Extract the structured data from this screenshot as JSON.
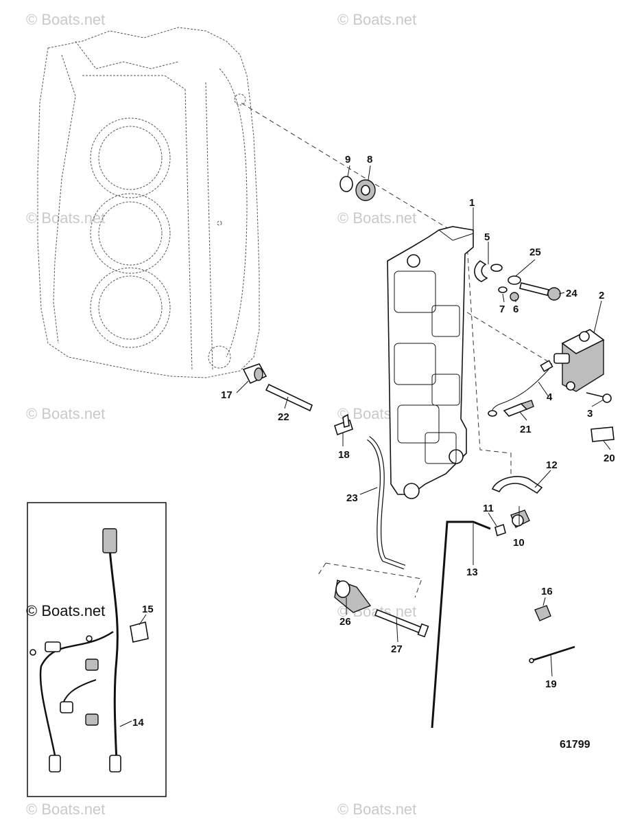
{
  "watermarks": {
    "top_left": "© Boats.net",
    "top_right": "© Boats.net",
    "mid_left": "© Boats.net",
    "mid_right": "© Boats.net",
    "low_left": "© Boats.net",
    "low_right": "© Boats.net",
    "lower_mid": "© Boats.net",
    "bottom_left": "© Boats.net",
    "bottom_right": "© Boats.net",
    "inset": "© Boats.net"
  },
  "drawing_number": "61799",
  "callouts": {
    "c1": "1",
    "c2": "2",
    "c3": "3",
    "c4": "4",
    "c5": "5",
    "c6": "6",
    "c7": "7",
    "c8": "8",
    "c9": "9",
    "c10": "10",
    "c11": "11",
    "c12": "12",
    "c13": "13",
    "c14": "14",
    "c15": "15",
    "c16": "16",
    "c17": "17",
    "c18": "18",
    "c19": "19",
    "c20": "20",
    "c21": "21",
    "c22": "22",
    "c23": "23",
    "c24": "24",
    "c25": "25",
    "c26": "26",
    "c27": "27"
  }
}
